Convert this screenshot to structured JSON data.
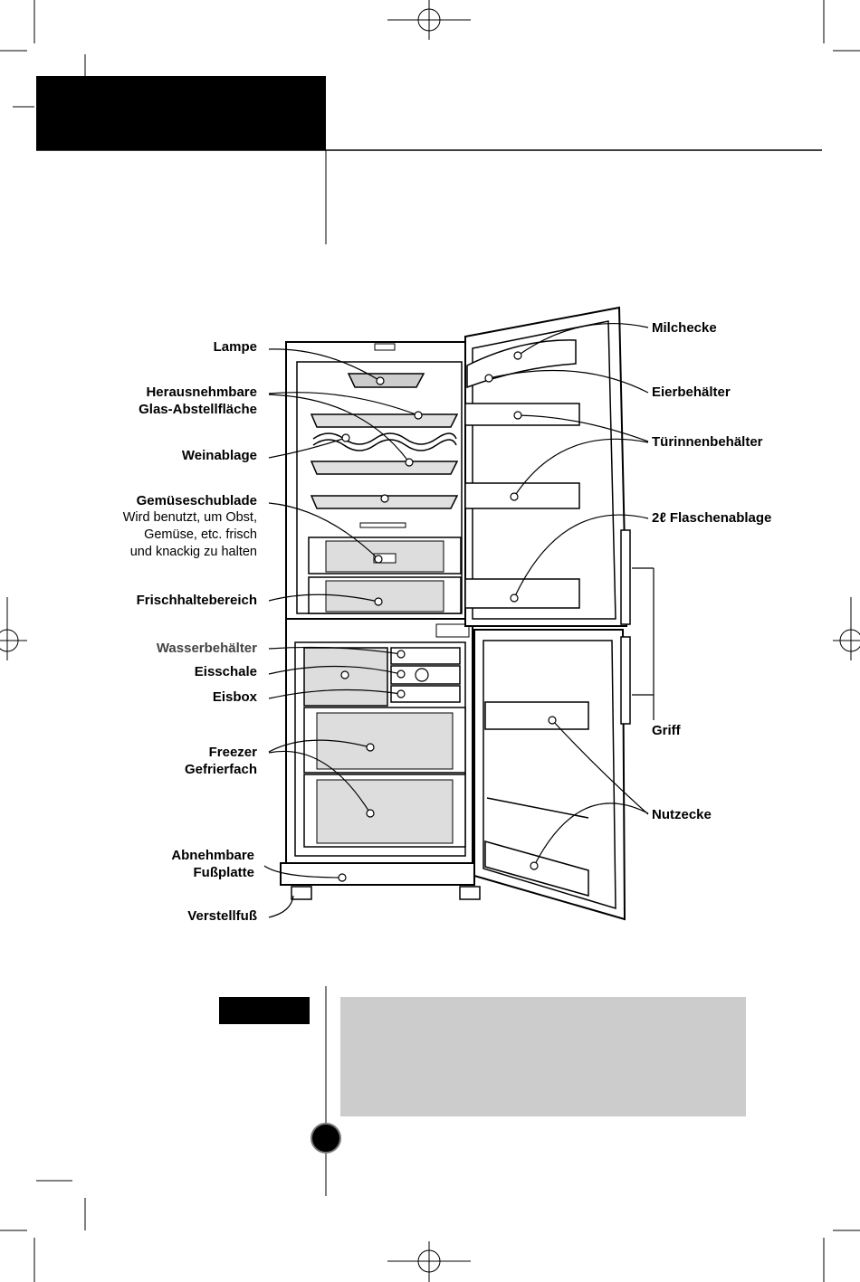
{
  "labels_left": {
    "lampe": "Lampe",
    "glas_1": "Herausnehmbare",
    "glas_2": "Glas-Abstellfläche",
    "weinablage": "Weinablage",
    "gemuese_title": "Gemüseschublade",
    "gemuese_desc_1": "Wird benutzt, um Obst,",
    "gemuese_desc_2": "Gemüse, etc. frisch",
    "gemuese_desc_3": "und knackig zu halten",
    "frischhalte": "Frischhaltebereich",
    "wasser": "Wasserbehälter",
    "eisschale": "Eisschale",
    "eisbox": "Eisbox",
    "freezer_1": "Freezer",
    "freezer_2": "Gefrierfach",
    "abnehm_1": "Abnehmbare",
    "abnehm_2": "Fußplatte",
    "verstell": "Verstellfuß"
  },
  "labels_right": {
    "milchecke": "Milchecke",
    "eier": "Eierbehälter",
    "tuerinnen": "Türinnenbehälter",
    "flaschen": "2ℓ Flaschenablage",
    "griff": "Griff",
    "nutzecke": "Nutzecke"
  },
  "colors": {
    "ink": "#000000",
    "gray_box": "#cccccc",
    "glass": "#d9d9d9"
  }
}
